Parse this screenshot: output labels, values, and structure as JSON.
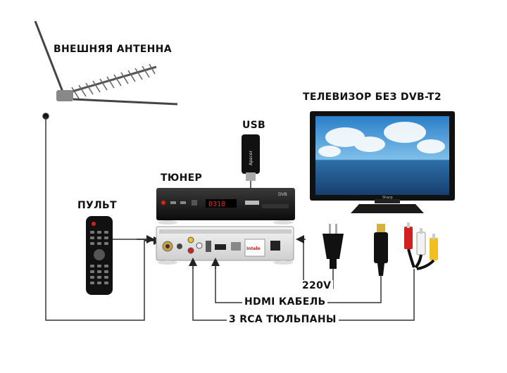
{
  "labels": {
    "antenna": "ВНЕШНЯЯ АНТЕННА",
    "tv": "ТЕЛЕВИЗОР БЕЗ DVB-T2",
    "usb": "USB",
    "tuner": "ТЮНЕР",
    "remote": "ПУЛЬТ",
    "power": "220V",
    "hdmi": "HDMI КАБЕЛЬ",
    "rca": "3 RCA ТЮЛЬПАНЫ"
  },
  "tuner_display": "0318",
  "tuner_brand": "DVB",
  "tv_brand": "Sharp",
  "rear_brand": "Intelo",
  "usb_brand": "Apacer",
  "colors": {
    "line": "#333333",
    "device_body": "#1c1c1c",
    "display": "#e03020",
    "sky": "#3a8fd0",
    "sea": "#1f5f9a",
    "rca_red": "#d02020",
    "rca_white": "#f2f2f2",
    "rca_yellow": "#f0c020"
  }
}
